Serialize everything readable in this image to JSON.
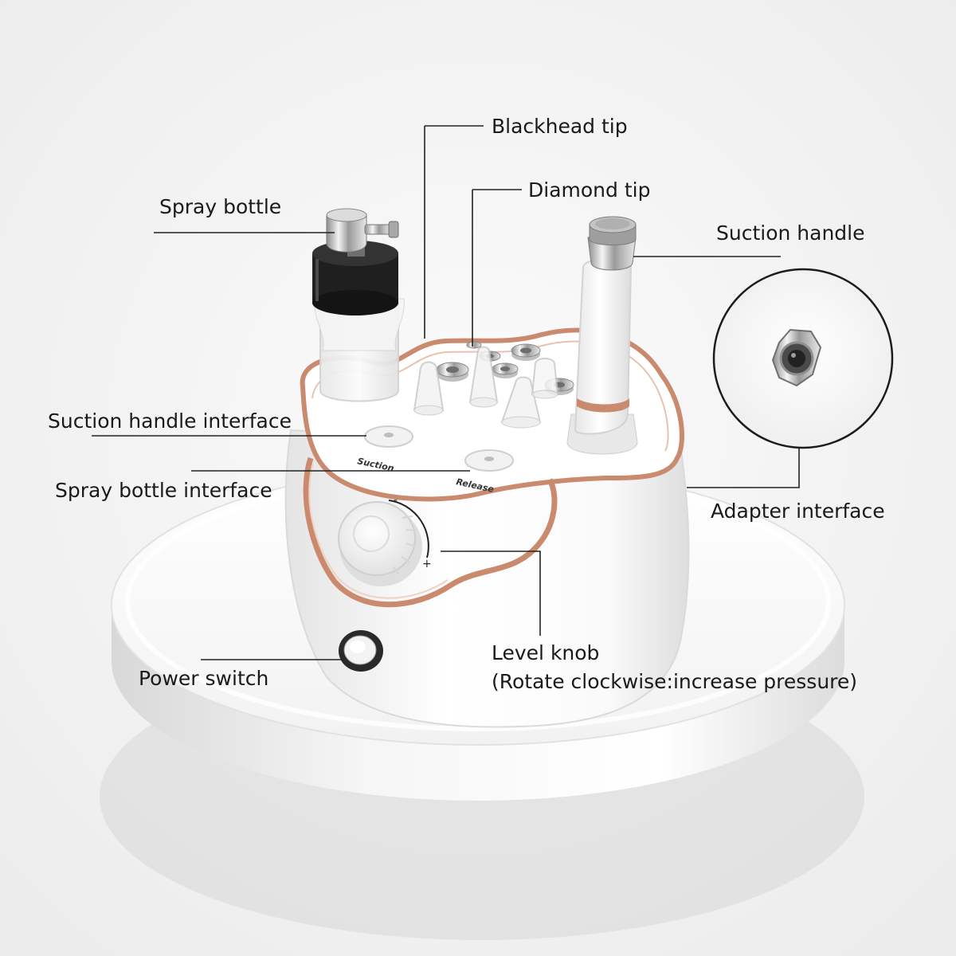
{
  "labels": {
    "blackhead_tip": "Blackhead tip",
    "diamond_tip": "Diamond tip",
    "spray_bottle": "Spray bottle",
    "suction_handle": "Suction handle",
    "suction_handle_interface": "Suction handle interface",
    "spray_bottle_interface": "Spray bottle interface",
    "adapter_interface": "Adapter interface",
    "level_knob": "Level knob",
    "level_knob_note": "(Rotate clockwise:increase pressure)",
    "power_switch": "Power switch"
  },
  "device_text": {
    "suction_port": "Suction",
    "release_port": "Release",
    "dial_minus": "-",
    "dial_plus": "+"
  },
  "colors": {
    "background": "#f4f4f4",
    "body": "#ffffff",
    "rose_gold_trim": "#c98a6e",
    "leader_line": "#222222",
    "label_text": "#1a1a1a"
  }
}
